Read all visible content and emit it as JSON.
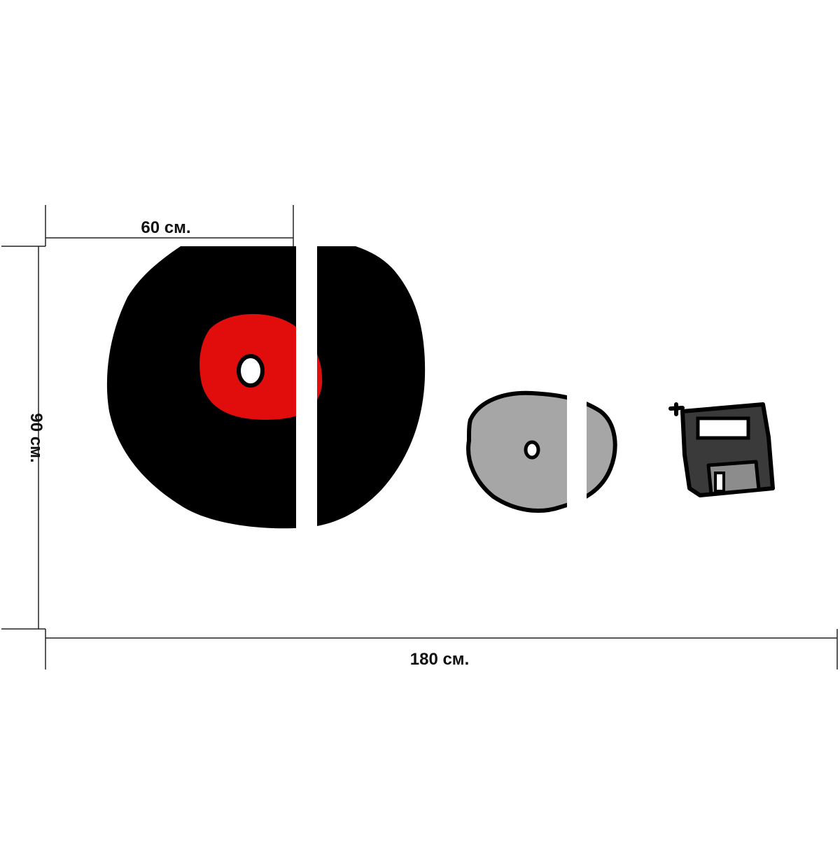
{
  "dimensions": {
    "width_label": "60 см.",
    "height_label": "90 см.",
    "total_width_label": "180 см."
  },
  "artwork": {
    "panel_count": 3,
    "subjects": [
      "vinyl-record-icon",
      "compact-disc-icon",
      "floppy-disk-icon"
    ],
    "colors": {
      "background": "#ffffff",
      "vinyl": "#000000",
      "vinyl_label": "#e10c0c",
      "disc": "#a6a6a6",
      "floppy": "#3a3a3a",
      "outline": "#000000",
      "gap": "#ffffff",
      "dimension_line": "#222222"
    }
  }
}
